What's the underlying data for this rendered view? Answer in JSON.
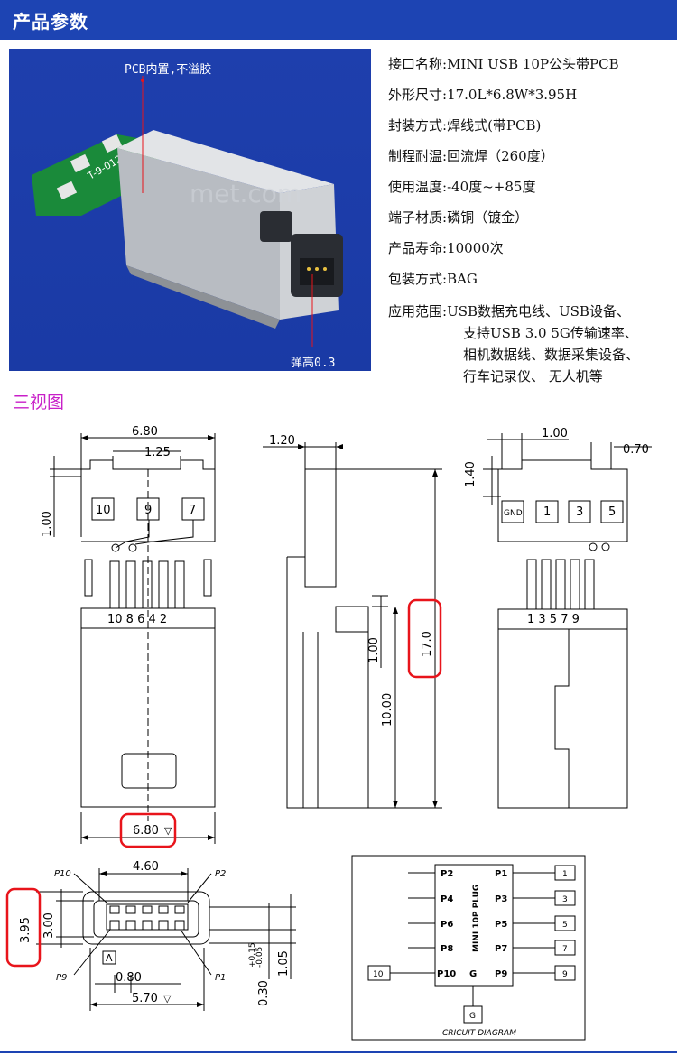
{
  "header": {
    "title": "产品参数"
  },
  "photo": {
    "note_top": "PCB内置,不溢胶",
    "note_bottom": "弹高0.3",
    "pcb_marking": "T-9-012",
    "watermark": "met.com"
  },
  "specs": [
    {
      "label": "接口名称:",
      "value": "MINI USB 10P公头带PCB"
    },
    {
      "label": "外形尺寸:",
      "value": "17.0L*6.8W*3.95H"
    },
    {
      "label": "封装方式:",
      "value": "焊线式(带PCB)"
    },
    {
      "label": "制程耐温:",
      "value": "回流焊（260度）"
    },
    {
      "label": "使用温度:",
      "value": "-40度~+85度"
    },
    {
      "label": "端子材质:",
      "value": "磷铜（镀金）"
    },
    {
      "label": "产品寿命:",
      "value": "10000次"
    },
    {
      "label": "包装方式:",
      "value": "BAG"
    },
    {
      "label": "应用范围:",
      "value": "USB数据充电线、USB设备、",
      "cont": [
        "支持USB 3.0 5G传输速率、",
        "相机数据线、数据采集设备、",
        "行车记录仪、 无人机等"
      ]
    }
  ],
  "section": {
    "title": "三视图"
  },
  "front": {
    "dim_width": "6.80",
    "dim_pitch": "1.25",
    "dim_pad": "1.00",
    "pads": [
      "10",
      "9",
      "7"
    ],
    "pins_label": "10 8 6 4 2",
    "dim_bottom": "6.80",
    "flatness_symbol": "▽"
  },
  "side": {
    "dim_top": "1.20",
    "dim_total": "17.0",
    "dim_step": "1.00",
    "dim_body": "10.00"
  },
  "back": {
    "dim_pitch": "1.00",
    "dim_pad_w": "0.70",
    "dim_pad_h": "1.40",
    "pads": [
      "GND",
      "1",
      "3",
      "5"
    ],
    "pins_label": "1 3 5 7 9"
  },
  "endview": {
    "dim_top": "4.60",
    "dim_h_outer": "3.95",
    "dim_h_inner": "3.00",
    "dim_pitch": "0.80",
    "dim_width": "5.70",
    "dim_pin": "1.05",
    "dim_tol": "0.30",
    "tol_plus": "+0.15",
    "tol_minus": "-0.05",
    "callouts": [
      "P10",
      "P2",
      "P9",
      "P1"
    ],
    "datum": "A",
    "flatness_symbol": "▽"
  },
  "circuit": {
    "left_pins": [
      "P2",
      "P4",
      "P6",
      "P8",
      "P10"
    ],
    "right_pins": [
      "P1",
      "P3",
      "P5",
      "P7",
      "P9"
    ],
    "right_boxes": [
      "1",
      "3",
      "5",
      "7",
      "9"
    ],
    "left_box": "10",
    "bottom_box": "G",
    "center_pin": "G",
    "chip_label": "MINI 10P PLUG",
    "caption": "CRICUIT DIAGRAM"
  },
  "colors": {
    "header": "#1d44b3",
    "photo_bg": "#1e3fad",
    "section": "#c81fc8",
    "highlight": "#e8141b"
  }
}
